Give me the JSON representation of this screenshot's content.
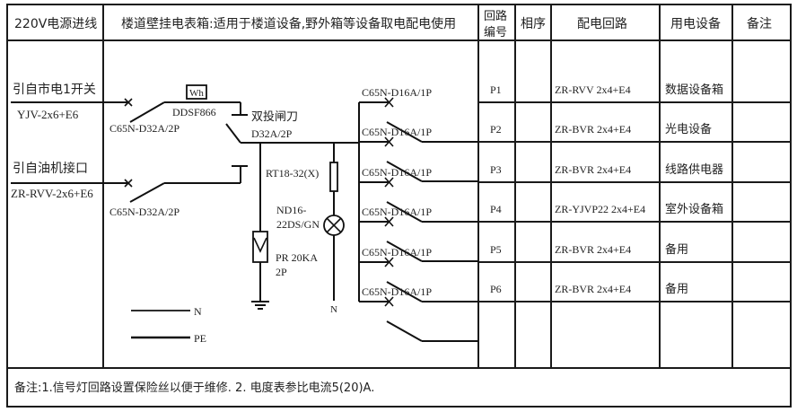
{
  "header": {
    "power_inlet": "220V电源进线",
    "box_title": "楼道壁挂电表箱:适用于楼道设备,野外箱等设备取电配电使用",
    "circuit_no_line1": "回路",
    "circuit_no_line2": "编号",
    "phase": "相序",
    "circuit": "配电回路",
    "equipment": "用电设备",
    "remark": "备注"
  },
  "inputs": [
    {
      "label": "引自市电1开关",
      "cable": "YJV-2x6+E6",
      "breaker": "C65N-D32A/2P"
    },
    {
      "label": "引自油机接口",
      "cable": "ZR-RVV-2x6+E6",
      "breaker": "C65N-D32A/2P"
    }
  ],
  "meter": {
    "symbol": "Wh",
    "model": "DDSF866"
  },
  "transfer_switch": {
    "name": "双投闸刀",
    "rating": "D32A/2P"
  },
  "fuse": {
    "model": "RT18-32(X)"
  },
  "indicator": {
    "model_line1": "ND16-",
    "model_line2": "22DS/GN",
    "neutral": "N"
  },
  "surge_protector": {
    "model_line1": "PR 20KA",
    "model_line2": "2P"
  },
  "legend": [
    {
      "label": "N"
    },
    {
      "label": "PE"
    }
  ],
  "circuits": [
    {
      "breaker": "C65N-D16A/1P",
      "id": "P1",
      "phase": "",
      "cable": "ZR-RVV 2x4+E4",
      "equipment": "数据设备箱",
      "remark": ""
    },
    {
      "breaker": "C65N-D16A/1P",
      "id": "P2",
      "phase": "",
      "cable": "ZR-BVR 2x4+E4",
      "equipment": "光电设备",
      "remark": ""
    },
    {
      "breaker": "C65N-D16A/1P",
      "id": "P3",
      "phase": "",
      "cable": "ZR-BVR 2x4+E4",
      "equipment": "线路供电器",
      "remark": ""
    },
    {
      "breaker": "C65N-D16A/1P",
      "id": "P4",
      "phase": "",
      "cable": "ZR-YJVP22 2x4+E4",
      "equipment": "室外设备箱",
      "remark": ""
    },
    {
      "breaker": "C65N-D16A/1P",
      "id": "P5",
      "phase": "",
      "cable": "ZR-BVR 2x4+E4",
      "equipment": "备用",
      "remark": ""
    },
    {
      "breaker": "C65N-D16A/1P",
      "id": "P6",
      "phase": "",
      "cable": "ZR-BVR 2x4+E4",
      "equipment": "备用",
      "remark": ""
    }
  ],
  "footer": {
    "note": "备注:1.信号灯回路设置保险丝以便于维修. 2. 电度表参比电流5(20)A."
  }
}
